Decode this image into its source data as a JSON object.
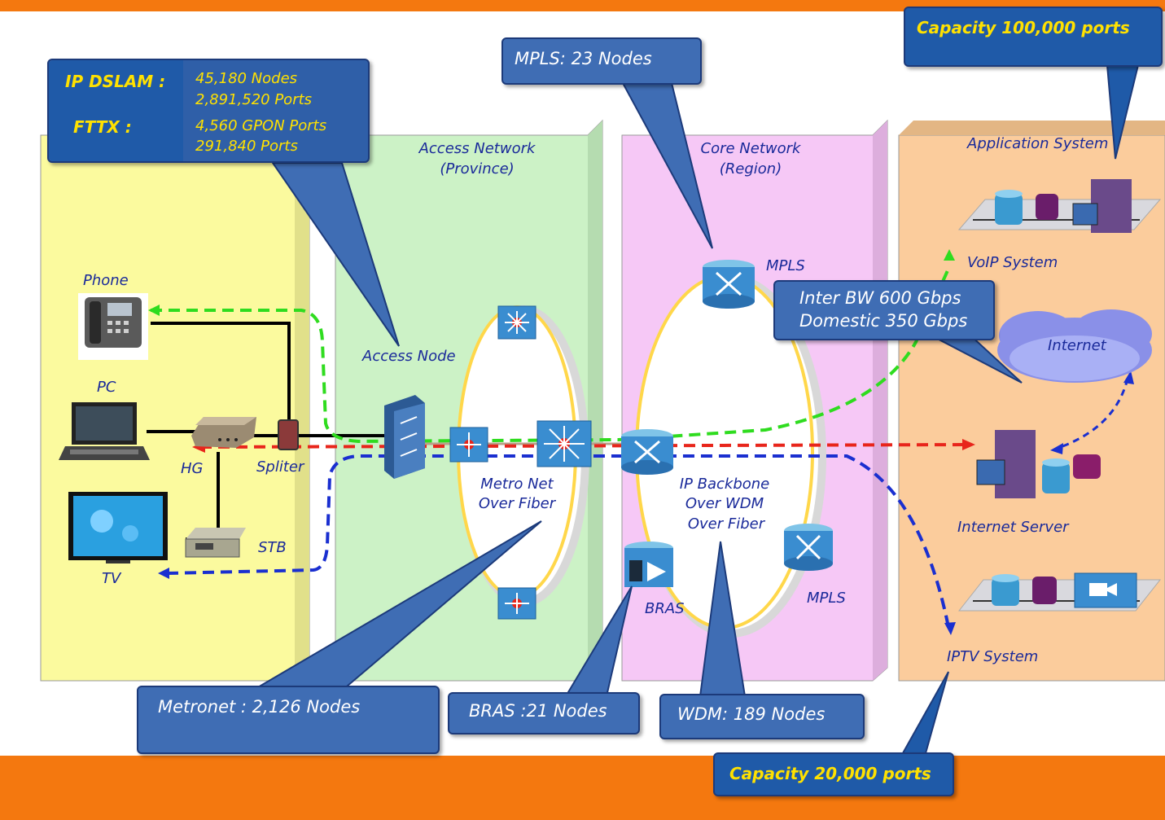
{
  "callouts": {
    "dslam_label": "IP DSLAM :",
    "dslam_value1": "45,180 Nodes",
    "dslam_value2": "2,891,520  Ports",
    "fttx_label": "FTTX :",
    "fttx_value1": "4,560 GPON Ports",
    "fttx_value2": "291,840  Ports",
    "mpls": "MPLS: 23 Nodes",
    "capacity_top": "Capacity 100,000 ports",
    "inter_bw": "Inter BW  600 Gbps",
    "domestic_bw": "Domestic 350 Gbps",
    "metronet": "Metronet : 2,126 Nodes",
    "bras": "BRAS :21 Nodes",
    "wdm": "WDM: 189 Nodes",
    "capacity_bottom": "Capacity 20,000 ports"
  },
  "zones": {
    "access_title": "Access Network",
    "access_sub": "(Province)",
    "core_title": "Core Network",
    "core_sub": "(Region)",
    "app_title": "Application System"
  },
  "labels": {
    "phone": "Phone",
    "pc": "PC",
    "hg": "HG",
    "spliter": "Spliter",
    "stb": "STB",
    "tv": "TV",
    "access_node": "Access Node",
    "metro1": "Metro Net",
    "metro2": "Over Fiber",
    "mpls_top": "MPLS",
    "mpls_bottom": "MPLS",
    "backbone1": "IP Backbone",
    "backbone2": "Over  WDM",
    "backbone3": "Over Fiber",
    "bras": "BRAS",
    "voip": "VoIP System",
    "internet": "Internet",
    "internet_server": "Internet Server",
    "iptv": "IPTV System"
  },
  "colors": {
    "orange": "#f4780f",
    "customer_zone": "#fbfa9e",
    "access_zone": "#ccf2c6",
    "core_zone": "#f6c8f6",
    "app_zone": "#fbcc9c",
    "callout_blue": "#3f6db4",
    "green_flow": "#2fdc1f",
    "red_flow": "#e8251b",
    "blue_flow": "#1a2fd0"
  }
}
